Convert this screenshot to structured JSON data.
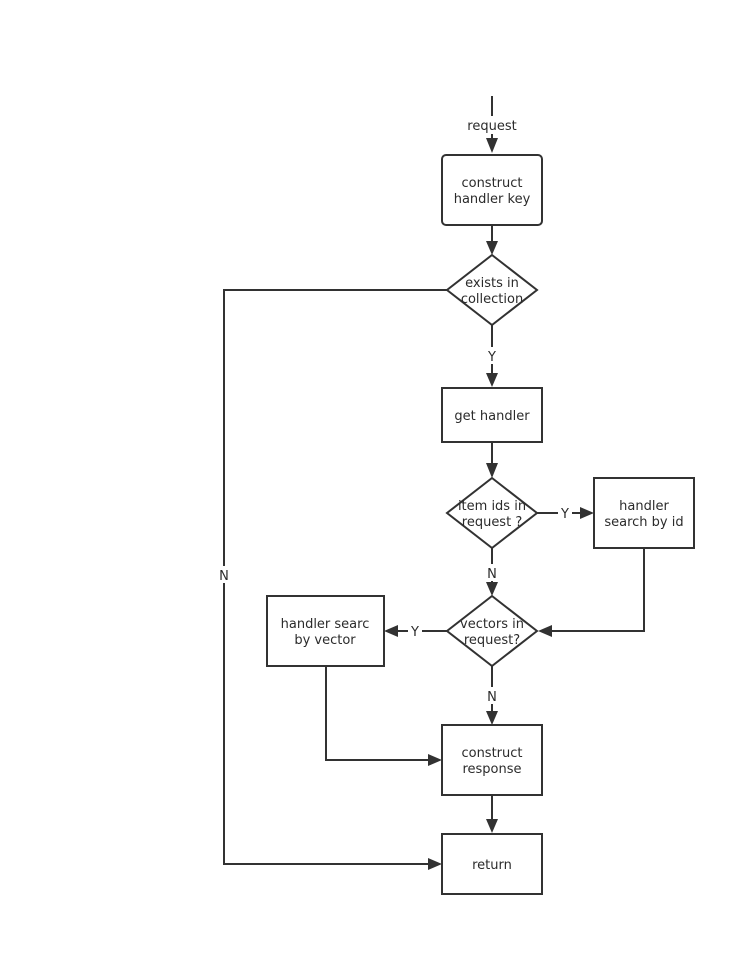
{
  "diagram": {
    "nodes": {
      "construct_handler_key": {
        "shape": "rounded-rect",
        "lines": [
          "construct",
          "handler key"
        ]
      },
      "exists_in_collection": {
        "shape": "diamond",
        "lines": [
          "exists in",
          "collection"
        ]
      },
      "get_handler": {
        "shape": "rect",
        "lines": [
          "get handler"
        ]
      },
      "item_ids_in_request": {
        "shape": "diamond",
        "lines": [
          "item ids in",
          "request ?"
        ]
      },
      "handler_search_by_id": {
        "shape": "rect",
        "lines": [
          "handler",
          "search by id"
        ]
      },
      "vectors_in_request": {
        "shape": "diamond",
        "lines": [
          "vectors in",
          "request?"
        ]
      },
      "handler_search_by_vector": {
        "shape": "rect",
        "lines": [
          "handler searc",
          "by vector"
        ]
      },
      "construct_response": {
        "shape": "rect",
        "lines": [
          "construct",
          "response"
        ]
      },
      "return": {
        "shape": "rect",
        "lines": [
          "return"
        ]
      }
    },
    "edges": {
      "request_in": {
        "label": "request"
      },
      "key_to_exists": {
        "label": ""
      },
      "exists_yes": {
        "label": "Y"
      },
      "exists_no": {
        "label": "N"
      },
      "handler_to_item_ids": {
        "label": ""
      },
      "item_ids_yes": {
        "label": "Y"
      },
      "item_ids_no": {
        "label": "N"
      },
      "search_by_id_to_vectors": {
        "label": ""
      },
      "vectors_yes": {
        "label": "Y"
      },
      "vectors_no": {
        "label": "N"
      },
      "search_by_vector_to_response": {
        "label": ""
      },
      "response_to_return": {
        "label": ""
      }
    },
    "colors": {
      "stroke": "#323232",
      "text": "#2b2b2b",
      "background": "#ffffff"
    }
  }
}
